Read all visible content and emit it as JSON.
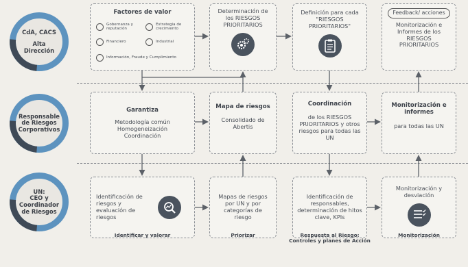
{
  "roles": [
    {
      "lines": [
        "CdA, CACS",
        "Alta",
        "Dirección"
      ]
    },
    {
      "lines": [
        "Responsable",
        "de Riesgos",
        "Corporativos"
      ]
    },
    {
      "lines": [
        "UN:",
        "CEO y",
        "Coordinador",
        "de Riesgos"
      ]
    }
  ],
  "factores": {
    "title": "Factores de valor",
    "items": [
      "Gobernanza y reputación",
      "Estrategia de crecimiento",
      "Financiero",
      "Industrial",
      "Información, Fraude y Cumplimiento"
    ]
  },
  "boxes": {
    "determinacion": "Determinación de los RIESGOS PRIORITARIOS",
    "definicion": "Definición para cada \"RIESGOS PRIORITARIOS\"",
    "feedback_pill": "Feedback/ acciones",
    "monitorizacion_top": "Monitorización e Informes de los RIESGOS PRIORITARIOS",
    "garantiza_title": "Garantiza",
    "garantiza_body": "Metodología común Homogeneización Coordinación",
    "mapa_title": "Mapa de riesgos",
    "mapa_body": "Consolidado de Abertis",
    "coordinacion_title": "Coordinación",
    "coordinacion_body": "de los RIESGOS PRIORITARIOS y otros riesgos para todas las UN",
    "monitor_mid_title": "Monitorización e informes",
    "monitor_mid_body": "para todas las UN",
    "identificacion": "Identificación de riesgos y evaluación de riesgos",
    "mapas_un": "Mapas de riesgos por UN y por categorías de riesgo",
    "responsables": "Identificación de responsables, determinación de hitos clave, KPIs",
    "monitor_bottom": "Monitorización y desviación"
  },
  "columns": [
    "Identificar y valorar",
    "Priorizar",
    "Respuesta al Riesgo: Controles y planes de Acción",
    "Monitorización"
  ],
  "colors": {
    "ring": "#5d93bf",
    "ring_dark": "#3f4a57",
    "icon": "#4a535e"
  }
}
